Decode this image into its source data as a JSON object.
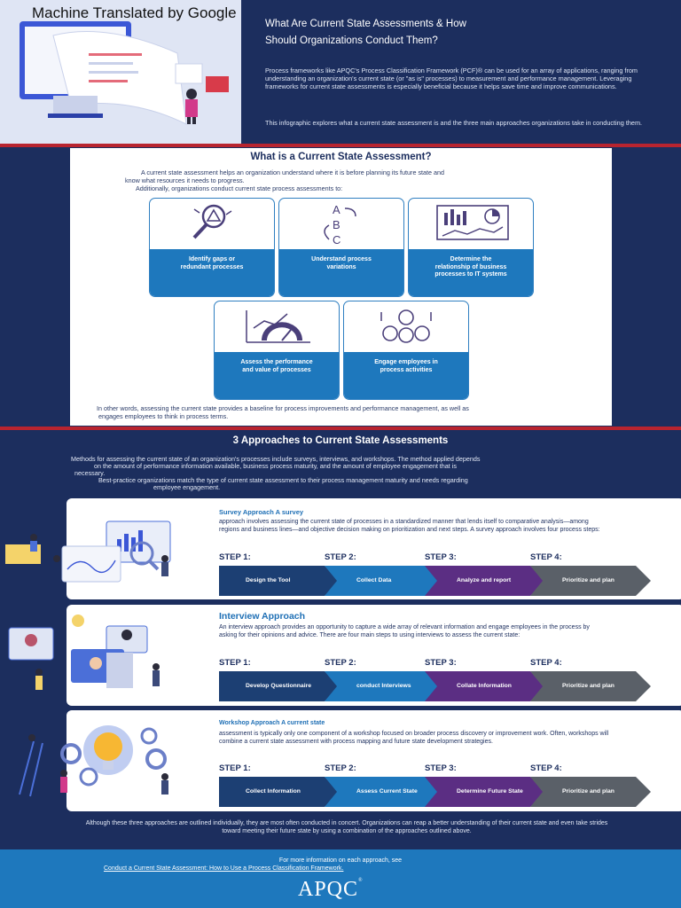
{
  "header": {
    "machine_translated": "Machine Translated by Google",
    "title_line1": "What Are Current State Assessments & How",
    "title_line2": "Should Organizations Conduct Them?",
    "intro_p1": "Process frameworks like APQC's Process Classification Framework (PCF)® can be used for an array of applications, ranging from understanding an organization's current state (or \"as is\" processes) to measurement and performance management. Leveraging frameworks for current state assessments is especially beneficial because it helps save time and improve communications.",
    "intro_p2": "This infographic explores what a current state assessment is and the three main approaches organizations take in conducting them."
  },
  "section1": {
    "heading": "What is a Current State Assessment?",
    "p1a": "A current state assessment helps an organization understand where it is before planning its future state and",
    "p1b": "know what resources it needs to progress.",
    "p2": "Additionally, organizations conduct current state process assessments to:",
    "cards": [
      {
        "label": "Identify gaps or redundant processes",
        "icon": "magnifier-warning-icon"
      },
      {
        "label": "Understand process variations",
        "icon": "abc-variations-icon"
      },
      {
        "label": "Determine the relationship of business processes to IT systems",
        "icon": "dashboard-charts-icon"
      },
      {
        "label": "Assess the performance and value of processes",
        "icon": "gauge-chart-icon"
      },
      {
        "label": "Engage employees in process activities",
        "icon": "people-group-icon"
      }
    ],
    "closing_a": "In other words, assessing the current state provides a baseline for process improvements and performance management, as well as",
    "closing_b": "engages employees to think in process terms."
  },
  "section2": {
    "heading": "3 Approaches to Current State Assessments",
    "p1a": "Methods for assessing the current state of an organization's processes include surveys, interviews, and workshops. The method applied depends",
    "p1b": "on the amount of performance information available, business process maturity, and the amount of employee engagement that is",
    "p1c": "necessary.",
    "p2a": "Best-practice organizations match the type of current state assessment to their process management maturity and needs regarding",
    "p2b": "employee engagement.",
    "approaches": [
      {
        "title": "Survey Approach A survey",
        "text": "approach involves assessing the current state of processes in a standardized manner that lends itself to comparative analysis—among regions and business lines—and objective decision making on prioritization and next steps. A survey approach involves four process steps:",
        "steps": [
          {
            "label": "STEP 1:",
            "text": "Design the Tool"
          },
          {
            "label": "STEP 2:",
            "text": "Collect Data"
          },
          {
            "label": "STEP 3:",
            "text": "Analyze and report"
          },
          {
            "label": "STEP 4:",
            "text": "Prioritize and plan"
          }
        ]
      },
      {
        "title": "Interview Approach",
        "text": "An interview approach provides an opportunity to capture a wide array of relevant information and engage employees in the process by asking for their opinions and advice. There are four main steps to using interviews to assess the current state:",
        "steps": [
          {
            "label": "STEP 1:",
            "text": "Develop Questionnaire"
          },
          {
            "label": "STEP 2:",
            "text": "conduct Interviews"
          },
          {
            "label": "STEP 3:",
            "text": "Collate Information"
          },
          {
            "label": "STEP 4:",
            "text": "Prioritize and plan"
          }
        ]
      },
      {
        "title": "Workshop Approach A current state",
        "text": "assessment is typically only one component of a workshop focused on broader process discovery or improvement work. Often, workshops will combine a current state assessment with process mapping and future state development strategies.",
        "steps": [
          {
            "label": "STEP 1:",
            "text": "Collect Information"
          },
          {
            "label": "STEP 2:",
            "text": "Assess Current State"
          },
          {
            "label": "STEP 3:",
            "text": "Determine Future State"
          },
          {
            "label": "STEP 4:",
            "text": "Prioritize and plan"
          }
        ]
      }
    ],
    "closing": "Although these three approaches are outlined individually, they are most often conducted in concert. Organizations can reap a better understanding of their current state and even take strides toward meeting their future state by using a combination of the approaches outlined above."
  },
  "footer": {
    "line1": "For more information on each approach, see",
    "link": "Conduct a Current State Assessment: How to Use a Process Classification Framework.",
    "logo": "APQC",
    "logo_mark": "®"
  },
  "colors": {
    "navy": "#1c2e5e",
    "blue": "#1e78bd",
    "red": "#b8242f",
    "step1": "#1c3f73",
    "step2": "#1e78bd",
    "step3": "#5b2e83",
    "step4": "#5a6068"
  }
}
